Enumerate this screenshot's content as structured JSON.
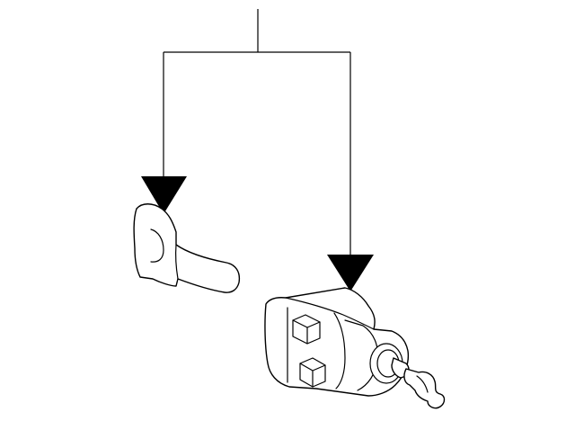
{
  "diagram": {
    "background": "#ffffff",
    "line_color": "#000000",
    "callouts": [
      {
        "name": "leader-left",
        "target": "handle-part"
      },
      {
        "name": "leader-right",
        "target": "actuator-part"
      }
    ],
    "parts": [
      {
        "name": "handle-part",
        "icon": "door-handle-icon"
      },
      {
        "name": "actuator-part",
        "icon": "lock-actuator-icon"
      }
    ]
  }
}
